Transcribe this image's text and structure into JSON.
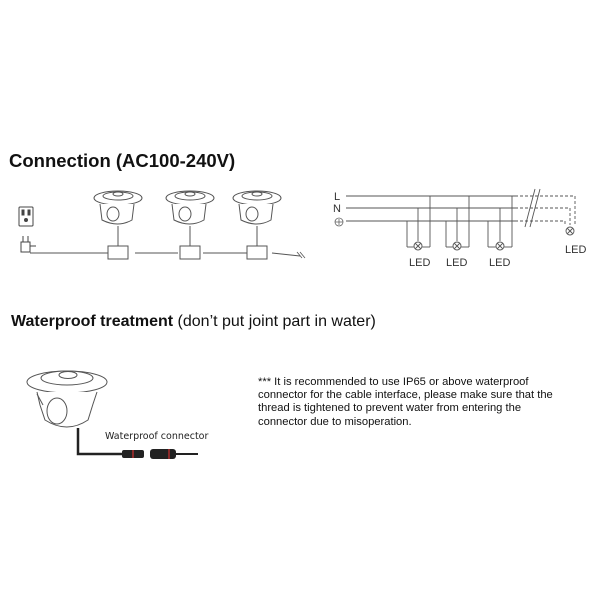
{
  "connection": {
    "title": "Connection (AC100-240V)",
    "wiring_diagram": {
      "line_labels": [
        "L",
        "N",
        "⏚"
      ],
      "led_labels": [
        "LED",
        "LED",
        "LED",
        "LED"
      ]
    }
  },
  "waterproof": {
    "title_bold": "Waterproof treatment",
    "title_normal": " (don’t put joint part in water)",
    "connector_label": "Waterproof connector",
    "note": "*** It is recommended to use IP65 or above waterproof connector for the cable interface, please make sure that the thread is tightened to prevent water from entering the connector due to misoperation."
  }
}
